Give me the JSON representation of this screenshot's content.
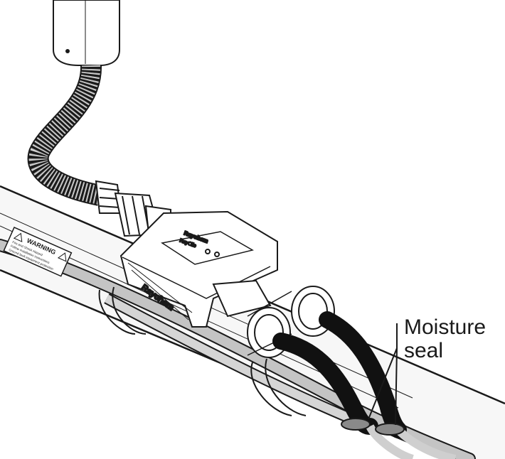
{
  "callout": {
    "line1": "Moisture",
    "line2": "seal"
  },
  "warning_label": {
    "title": "WARNING",
    "lines": [
      "Fire and Shock Hazard",
      "Follow installation instructions",
      "Ground fault equipment protection"
    ]
  },
  "box": {
    "brand_top": "Raychem",
    "model": "RayClic",
    "side_brand": "Raychem"
  },
  "colors": {
    "outline": "#1a1a1a",
    "pipe_fill": "#f2f2f2",
    "cable_dark": "#111111",
    "gray_cable": "#bdbdbd",
    "seal": "#8a8a8a"
  }
}
